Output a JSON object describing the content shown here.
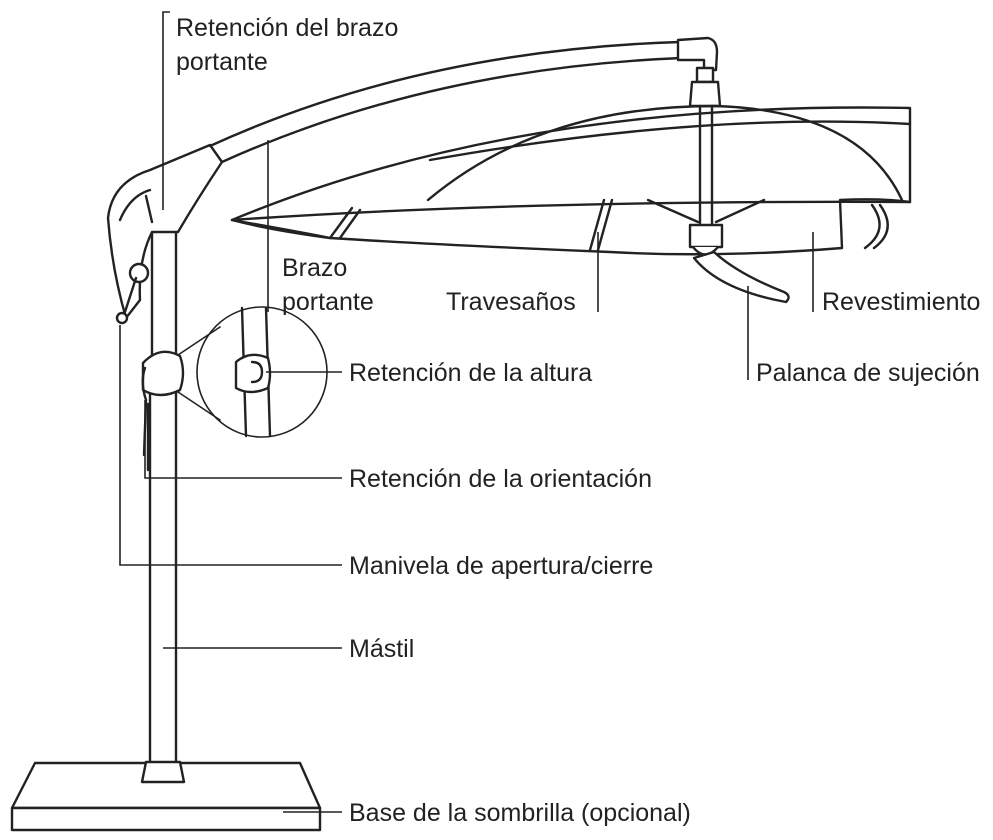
{
  "labels": {
    "arm_retention_1": "Retención del brazo",
    "arm_retention_2": "portante",
    "arm_1": "Brazo",
    "arm_2": "portante",
    "ribs": "Travesaños",
    "canopy": "Revestimiento",
    "height_retention": "Retención de la altura",
    "clamp_lever": "Palanca de sujeción",
    "orientation_retention": "Retención de la orientación",
    "crank": "Manivela de apertura/cierre",
    "mast": "Mástil",
    "base": "Base de la sombrilla (opcional)"
  },
  "colors": {
    "ink": "#222222",
    "background": "#ffffff"
  }
}
